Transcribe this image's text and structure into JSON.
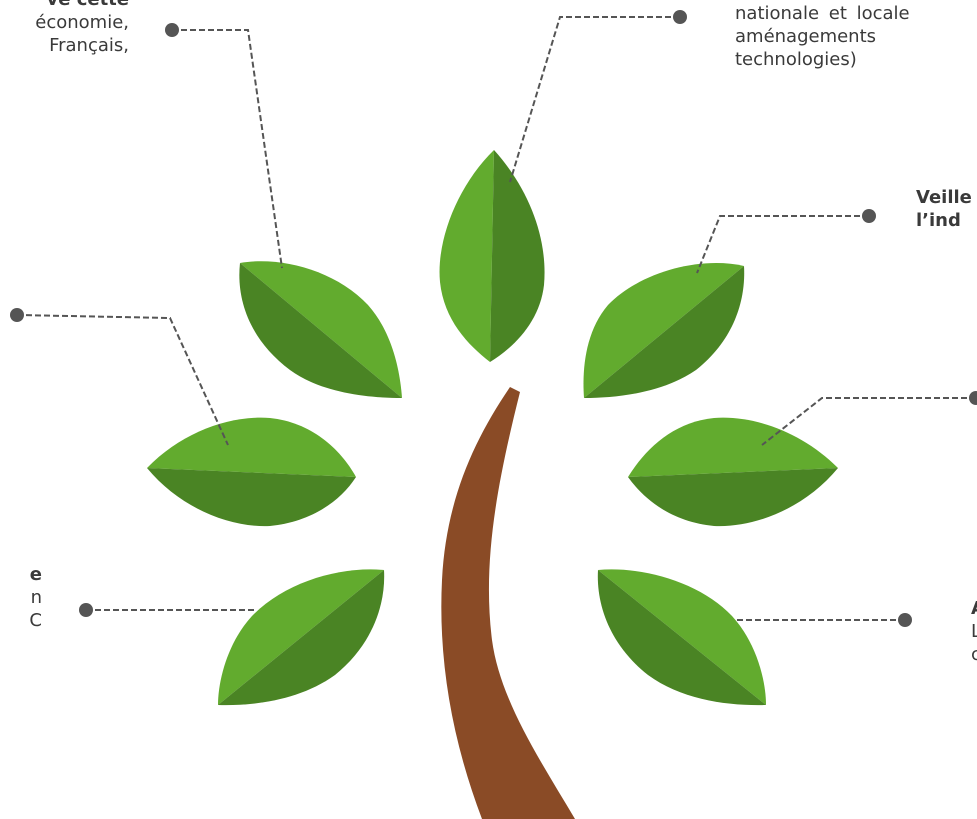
{
  "colors": {
    "leaf_light": "#62ab2e",
    "leaf_dark": "#4a8424",
    "trunk": "#8a4b26",
    "connector": "#555555",
    "text": "#3a3a3a"
  },
  "labels": {
    "top_left": {
      "bold_line": "ve cette",
      "lines": [
        "économie,",
        "Français,"
      ]
    },
    "top_right": {
      "lines": [
        "nationale et locale",
        "aménagements",
        "technologies)"
      ]
    },
    "right_mid": {
      "bold_lines": [
        "Veille",
        "l’ind"
      ]
    },
    "left_low": {
      "bold_line": "e",
      "lines": [
        "n",
        "C"
      ]
    },
    "right_low": {
      "bold_line": "A",
      "lines": [
        "L",
        "c"
      ]
    }
  }
}
